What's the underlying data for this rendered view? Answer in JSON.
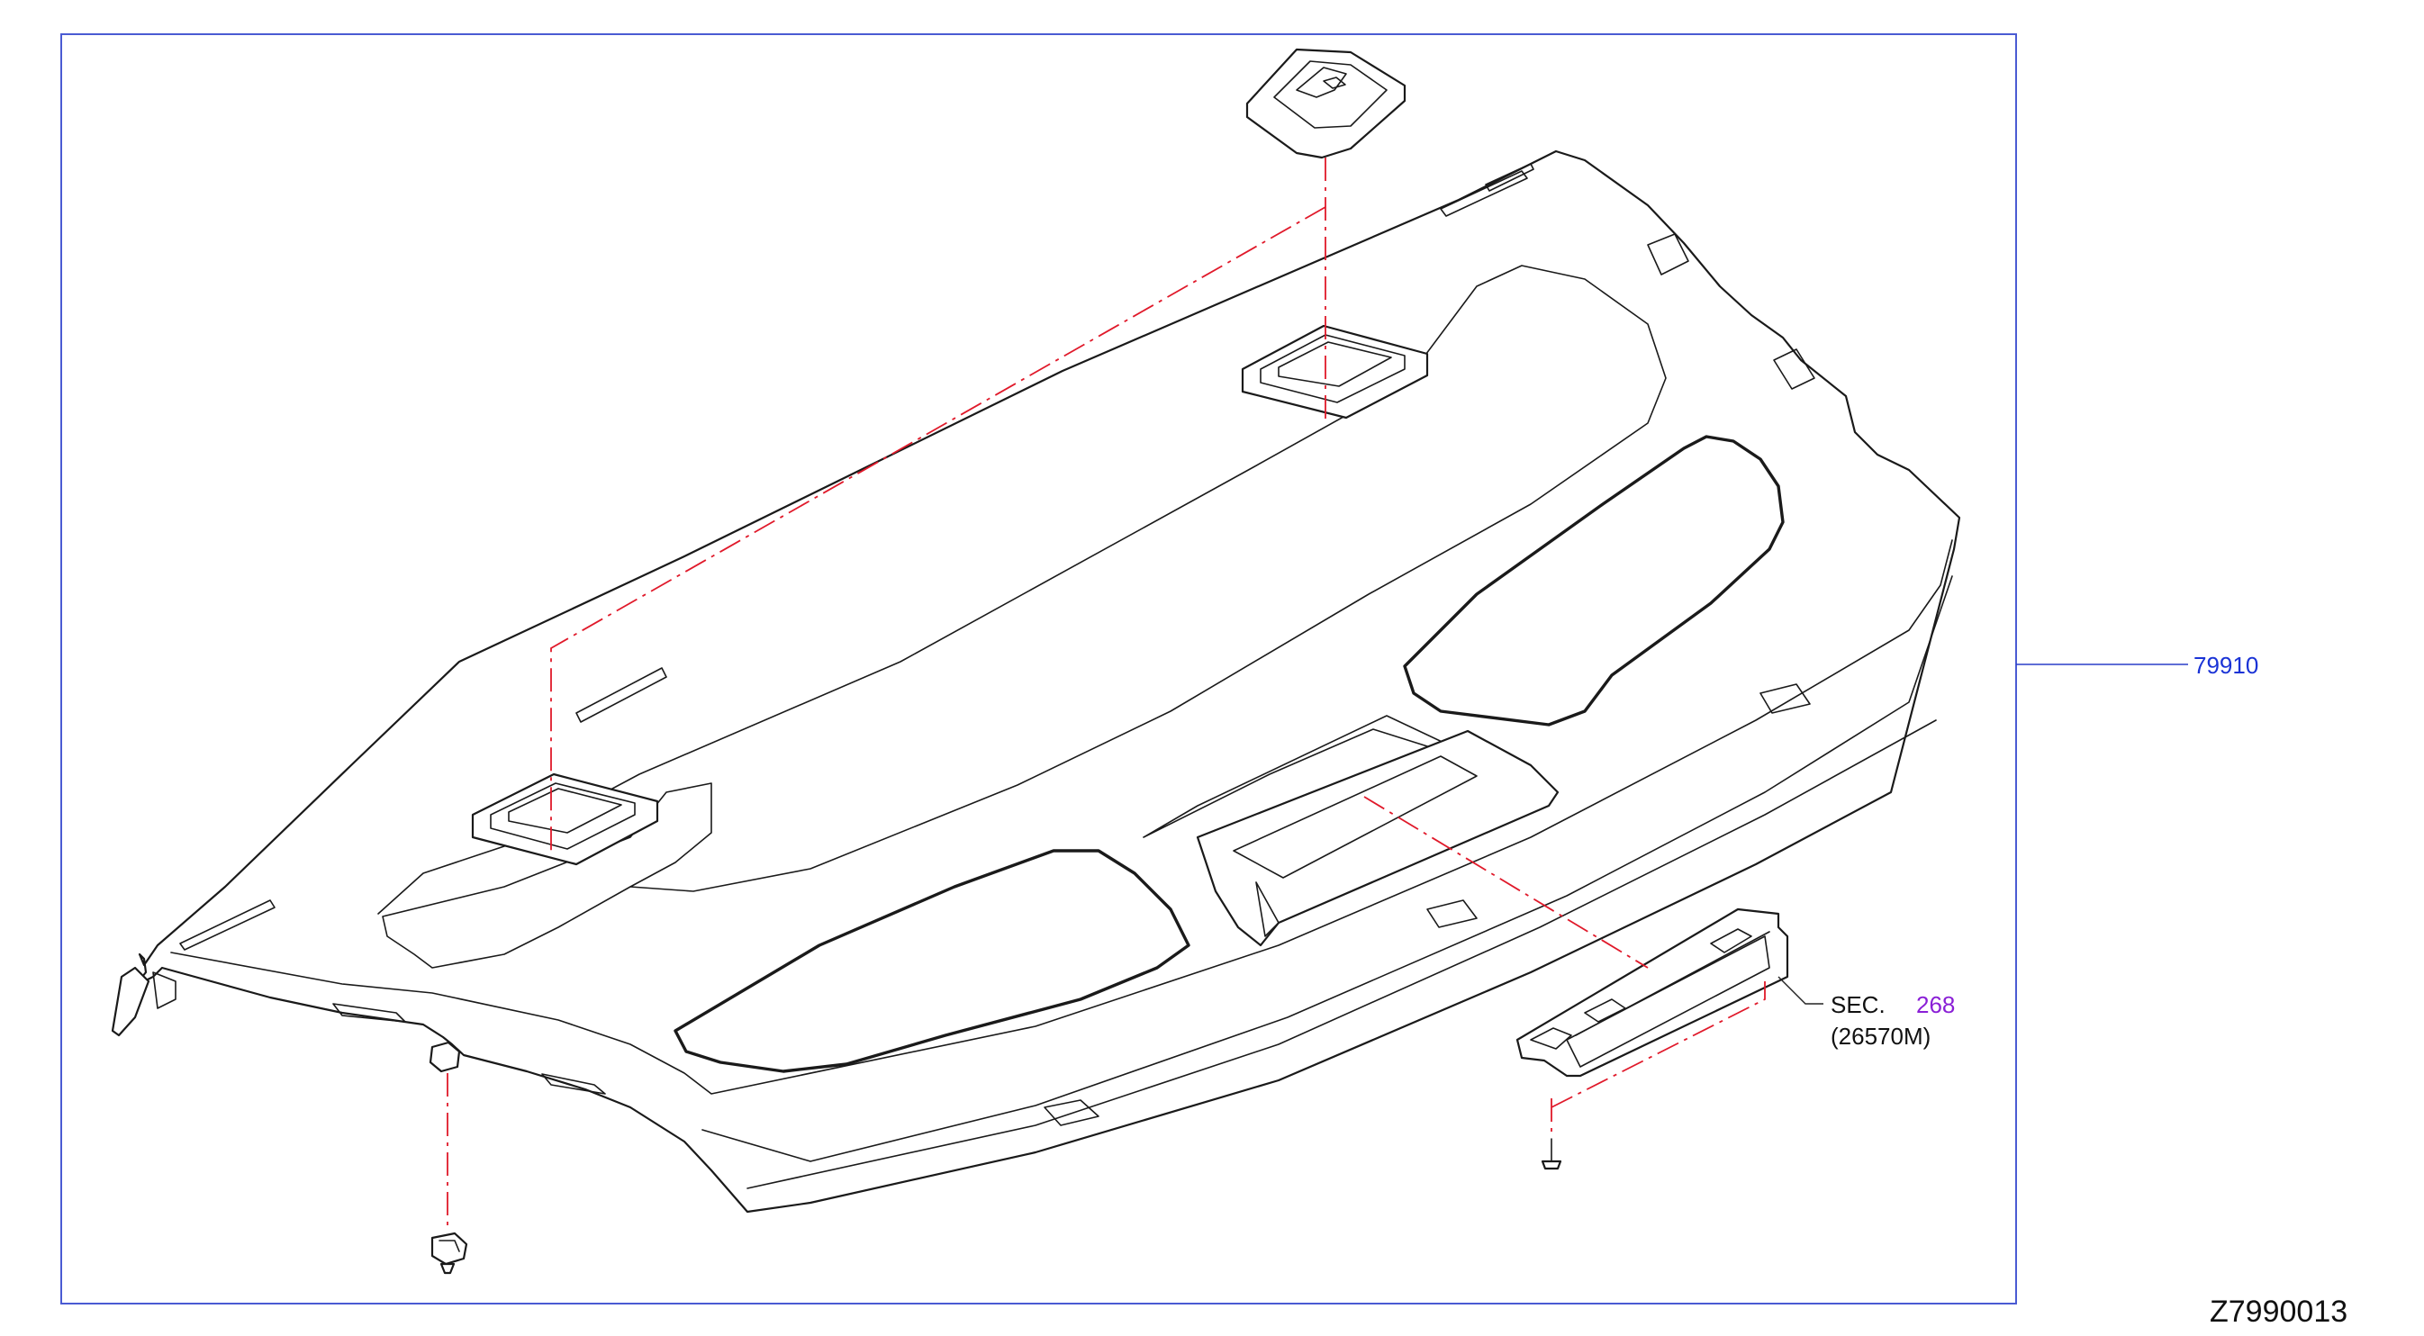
{
  "callouts": {
    "main_part": "79910",
    "section_prefix": "SEC.",
    "section_number": "268",
    "section_sub": "(26570M)"
  },
  "drawing_id": "Z7990013",
  "colors": {
    "frame": "#4a5bd3",
    "part_number": "#1a33d6",
    "section_link": "#8a1fd6",
    "assembly_line": "#e0192a",
    "line_art": "#1a1a1a"
  }
}
